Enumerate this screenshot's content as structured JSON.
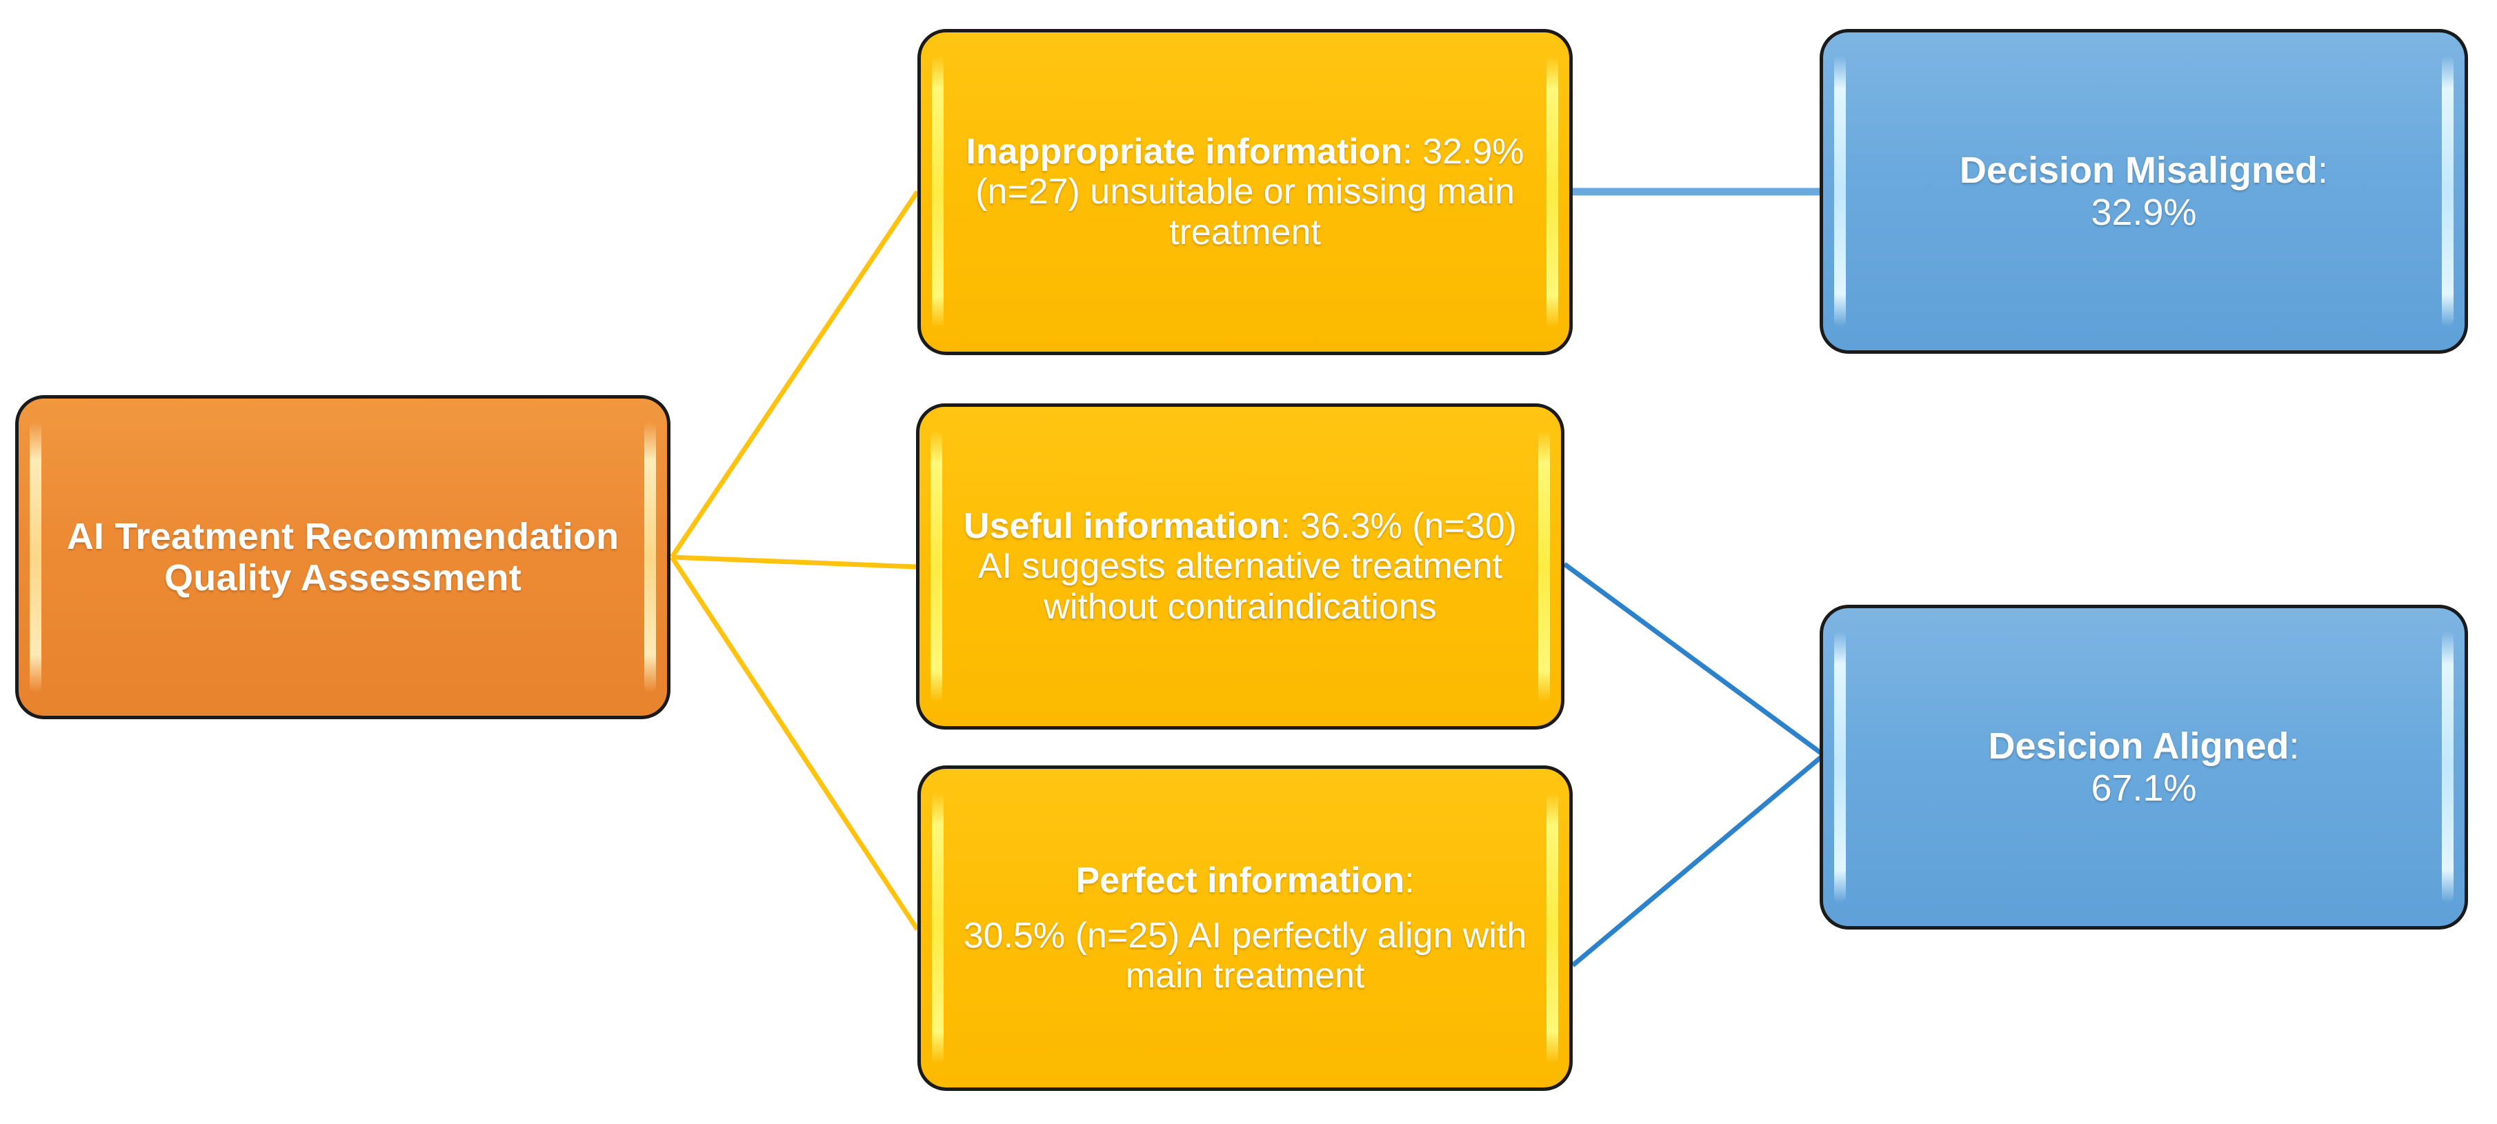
{
  "diagram": {
    "title_node": {
      "label": "AI Treatment Recommendation Quality Assessment",
      "color": "#ed8b35"
    },
    "categories": [
      {
        "id": "inappropriate",
        "label": "Inappropriate information",
        "separator": ": ",
        "percent": "32.9%",
        "count": "(n=27)",
        "description": "unsuitable or missing main treatment",
        "body": "32.9% (n=27) unsuitable or missing main treatment",
        "color": "#ffbe06"
      },
      {
        "id": "useful",
        "label": "Useful information",
        "separator": ": ",
        "percent": "36.3%",
        "count": "(n=30)",
        "description": "AI suggests alternative treatment without contraindications",
        "body": "36.3% (n=30) AI suggests alternative treatment without contraindications",
        "color": "#ffbe06"
      },
      {
        "id": "perfect",
        "label": "Perfect information",
        "separator": ":",
        "percent": "30.5%",
        "count": "(n=25)",
        "description": "AI perfectly align with main treatment",
        "body": "30.5% (n=25) AI perfectly align with main treatment",
        "color": "#ffbe06"
      }
    ],
    "outcomes": [
      {
        "id": "misaligned",
        "label": "Decision Misaligned",
        "separator": ":",
        "percent": "32.9%",
        "color": "#6aa9dd"
      },
      {
        "id": "aligned",
        "label": "Desicion Aligned",
        "separator": ":",
        "percent": "67.1%",
        "color": "#6aa9dd"
      }
    ],
    "edge_colors": {
      "category_edge": "#ffc20e",
      "outcome_edge": "#4a90d9"
    }
  }
}
